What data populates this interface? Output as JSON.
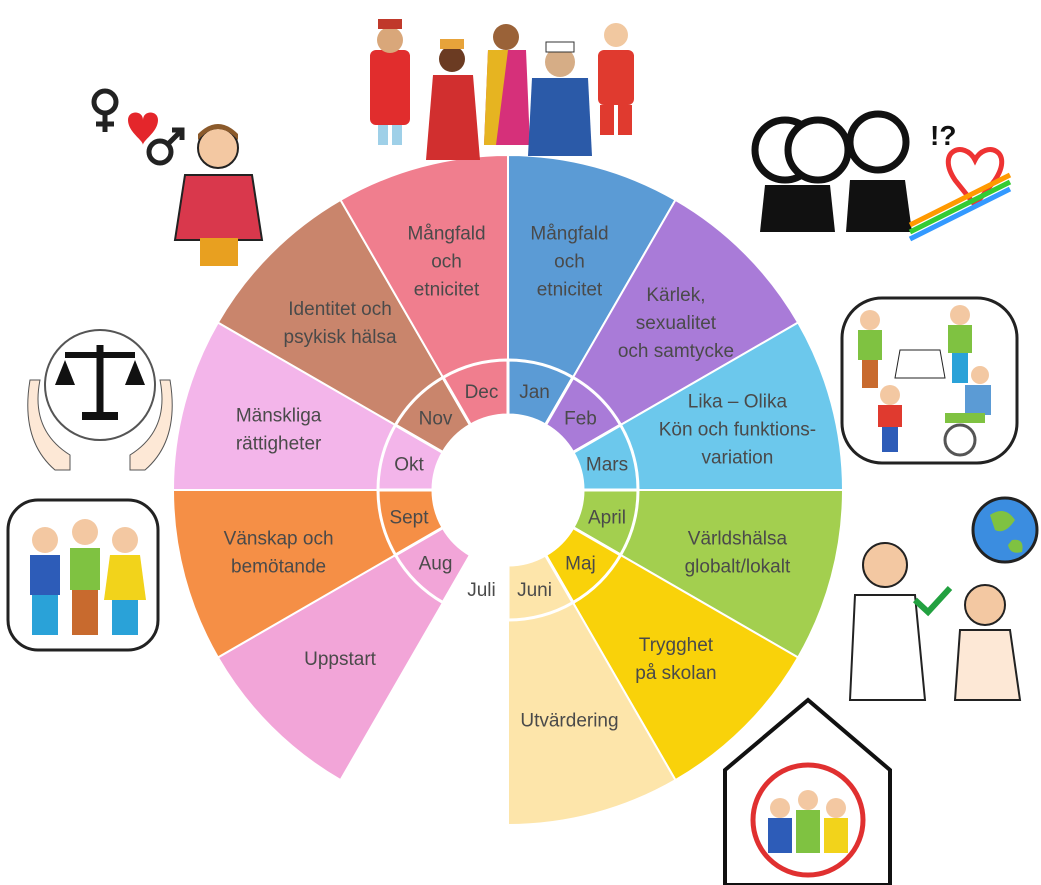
{
  "wheel": {
    "center_color": "#ffffff",
    "sectors": [
      {
        "month": "Jan",
        "theme": [
          "Mångfald",
          "och",
          "etnicitet"
        ],
        "color": "#5b9bd5"
      },
      {
        "month": "Feb",
        "theme": [
          "Kärlek,",
          "sexualitet",
          "och samtycke"
        ],
        "color": "#a97bd8"
      },
      {
        "month": "Mars",
        "theme": [
          "Lika – Olika",
          "Kön och funktions-",
          "variation"
        ],
        "color": "#6cc8ec"
      },
      {
        "month": "April",
        "theme": [
          "Världshälsa",
          "globalt/lokalt"
        ],
        "color": "#a3cf4f"
      },
      {
        "month": "Maj",
        "theme": [
          "Trygghet",
          "på skolan"
        ],
        "color": "#f9d20a"
      },
      {
        "month": "Juni",
        "theme": [
          "Utvärdering"
        ],
        "color": "#fde5aa"
      },
      {
        "month": "Juli",
        "theme": [],
        "color": "#ffffff"
      },
      {
        "month": "Aug",
        "theme": [
          "Uppstart"
        ],
        "color": "#f2a5d8"
      },
      {
        "month": "Sept",
        "theme": [
          "Vänskap och",
          "bemötande"
        ],
        "color": "#f58f46"
      },
      {
        "month": "Okt",
        "theme": [
          "Mänskliga",
          "rättigheter"
        ],
        "color": "#f3b5ea"
      },
      {
        "month": "Nov",
        "theme": [
          "Identitet och",
          "psykisk hälsa"
        ],
        "color": "#c9856c"
      },
      {
        "month": "Dec",
        "theme": [
          "Mångfald",
          "och",
          "etnicitet"
        ],
        "color": "#f07e8e"
      }
    ]
  },
  "illustrations": {
    "diversity": "people-of-different-cultures-icon",
    "gender": "gender-symbols-icon",
    "love": "couple-and-rainbow-heart-icon",
    "justice": "scales-of-justice-icon",
    "equality": "people-with-disabilities-icon",
    "friends": "group-of-friends-icon",
    "health": "earth-and-doctor-icon",
    "safety": "school-house-icon"
  }
}
